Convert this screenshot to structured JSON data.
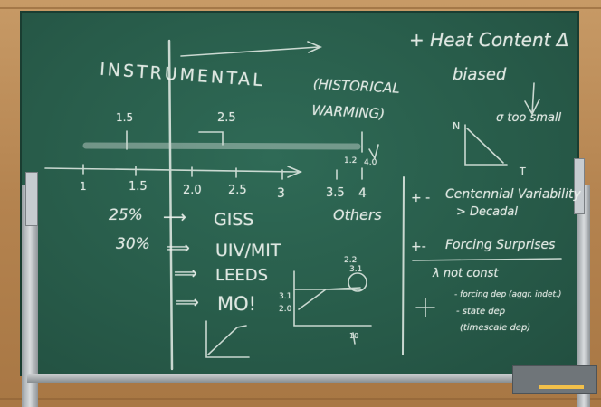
{
  "board": {
    "top_left_title": "INSTRUMENTAL",
    "top_right_title": "(HISTORICAL WARMING)",
    "heat_line": "+ Heat Content Δ",
    "biased": "biased",
    "too_small": "σ too small",
    "small_axes": {
      "n": "N",
      "t": "T"
    },
    "scale_upper": [
      "1.5",
      "2.5"
    ],
    "scale_ticks": [
      "1",
      "1.5",
      "2.0",
      "2.5",
      "3",
      "3.5",
      "4"
    ],
    "scale_right_mark": "1.2",
    "scale_right_mark2": "4.0",
    "others": "Others",
    "left_list": [
      {
        "pct": "25%",
        "arrow": "⟶",
        "label": "GISS"
      },
      {
        "pct": "30%",
        "arrow": "⟹",
        "label": "UIV/MIT"
      },
      {
        "pct": "",
        "arrow": "⟹",
        "label": "LEEDS"
      },
      {
        "pct": "",
        "arrow": "⟹",
        "label": "MO!"
      }
    ],
    "right_items": [
      {
        "sign": "+ -",
        "text": "Centennial Variability",
        "sub": "> Decadal"
      },
      {
        "sign": "+-",
        "text": "Forcing Surprises",
        "sub": ""
      },
      {
        "sign": "",
        "text": "λ not const",
        "sub": ""
      },
      {
        "sign": "+",
        "text": "- forcing dep (aggr. indet.)",
        "sub": ""
      },
      {
        "sign": "",
        "text": "- state dep",
        "sub": ""
      },
      {
        "sign": "",
        "text": "(timescale dep)",
        "sub": ""
      }
    ],
    "mini_graph": {
      "y1": "3.1",
      "y2": "2.0",
      "top1": "2.2",
      "top2": "3.1",
      "x": "10"
    }
  },
  "colors": {
    "chalk": "#eef3ee",
    "board": "#2a5f4d",
    "wall": "#b98a57",
    "tray_chalk": "#f2c04a"
  }
}
